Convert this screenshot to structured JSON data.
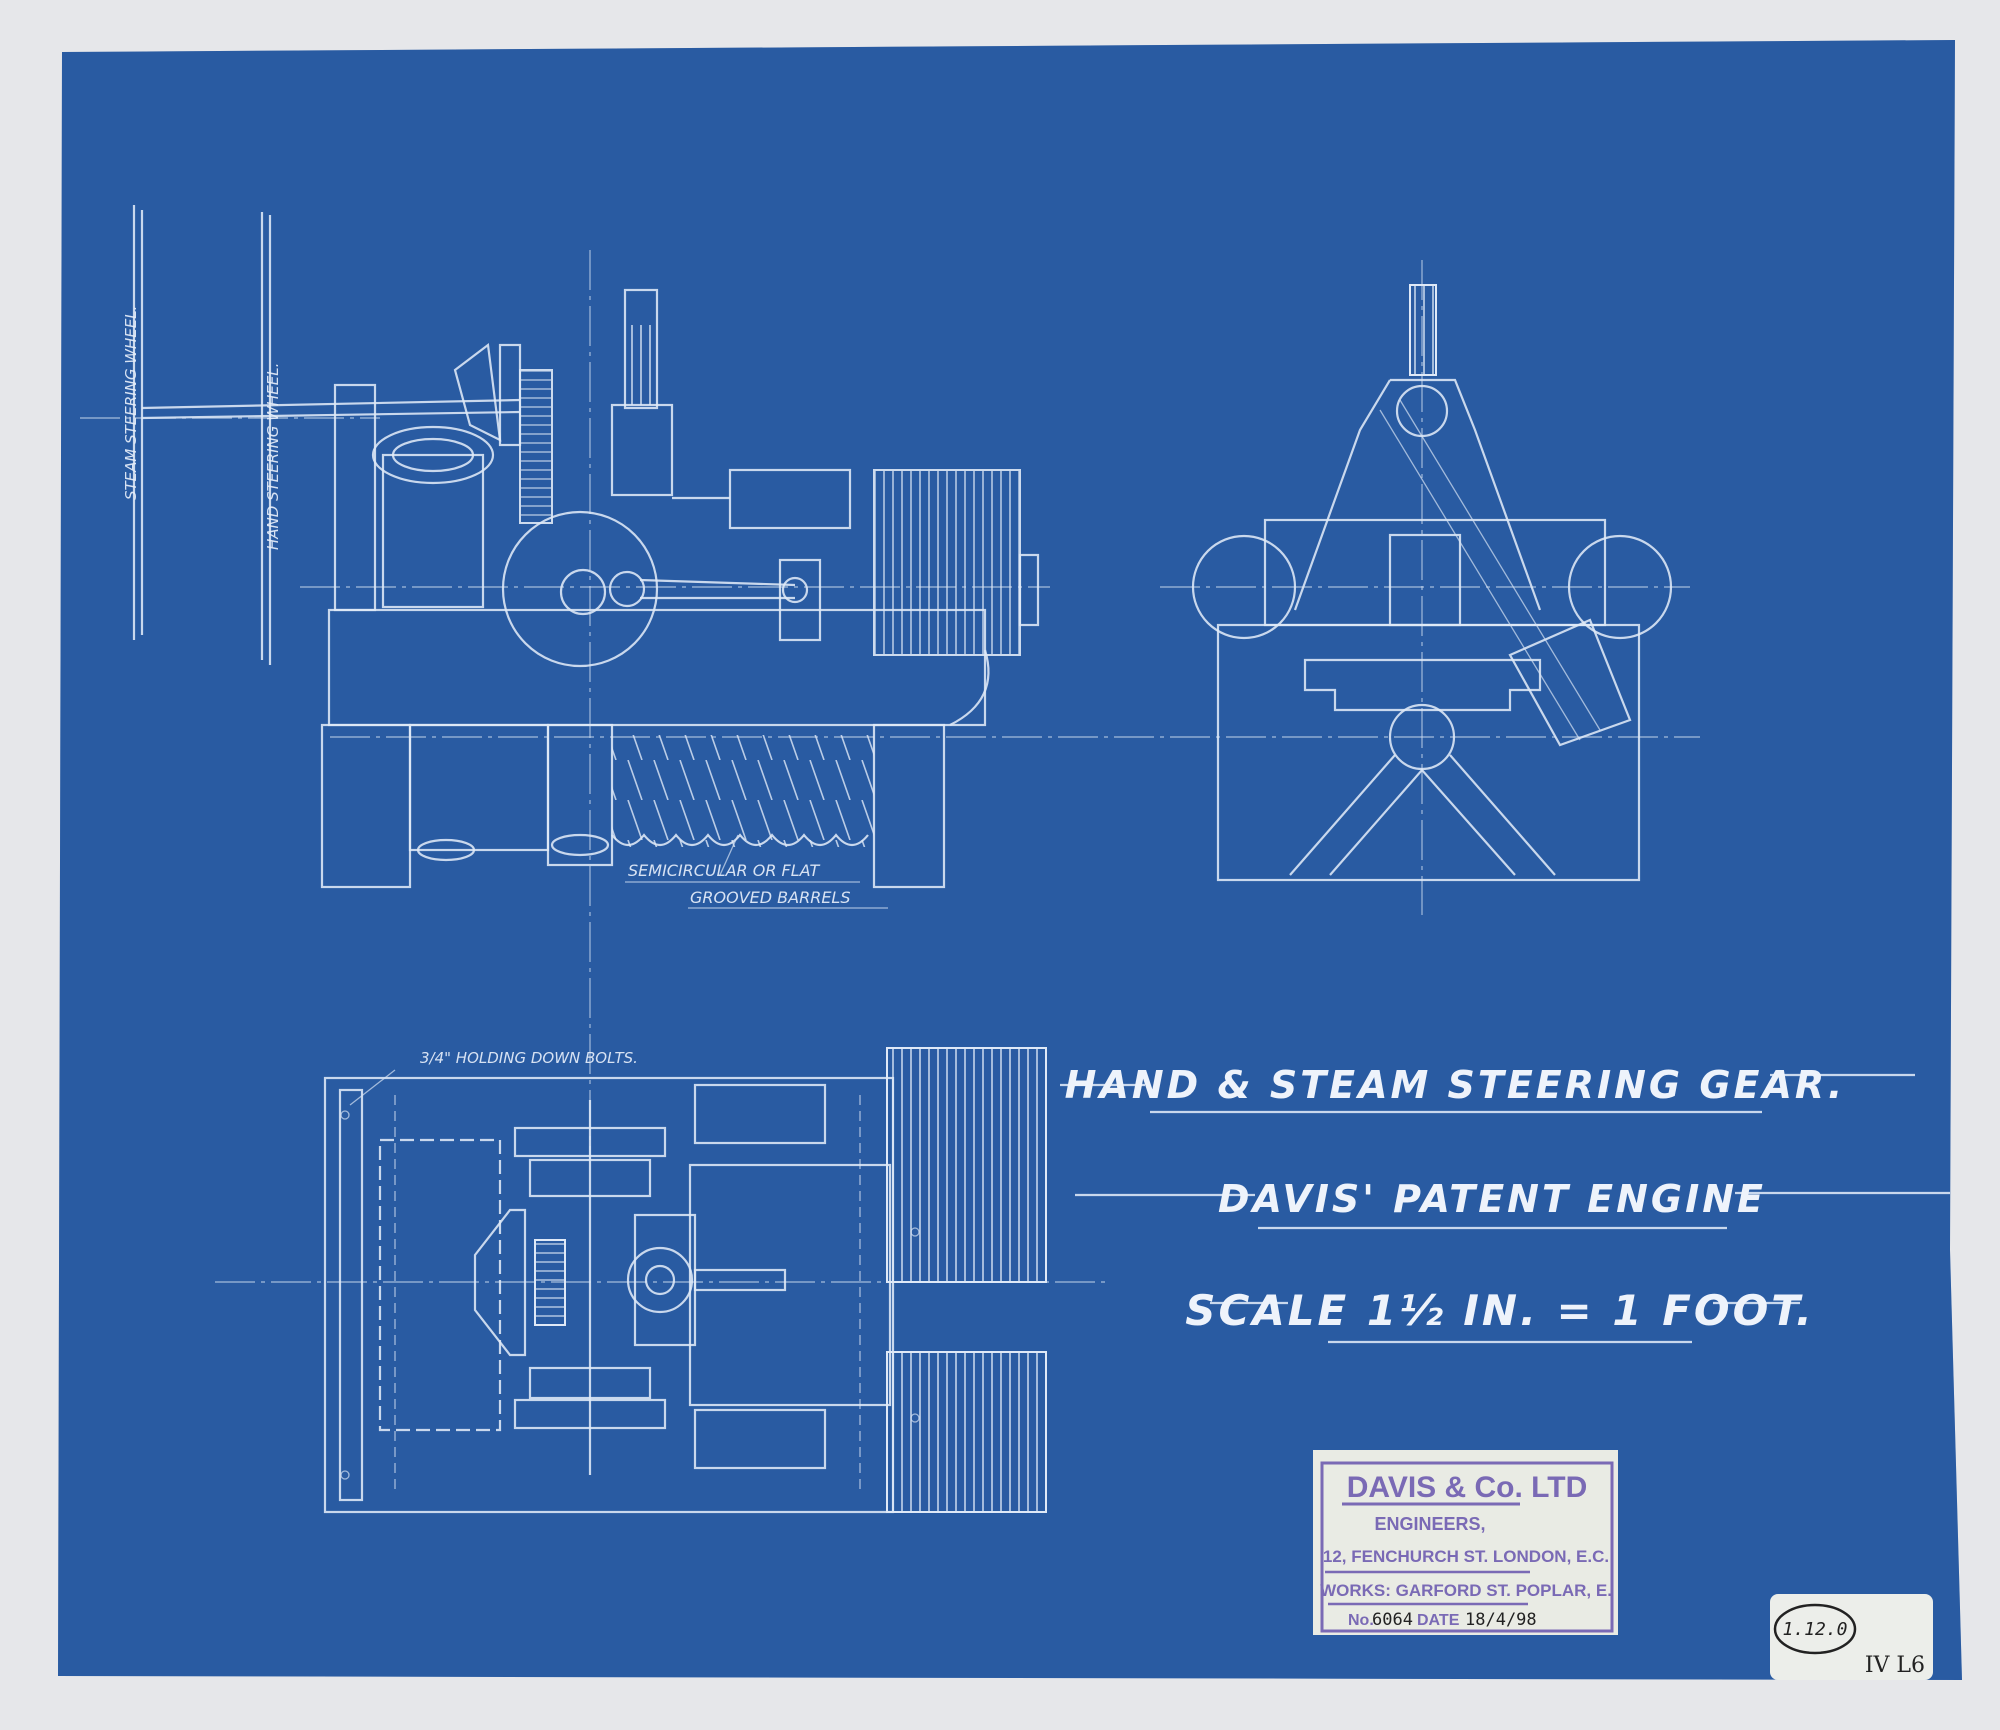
{
  "drawing": {
    "labels": {
      "steam_wheel": "STEAM STEERING WHEEL.",
      "hand_wheel": "HAND STEERING WHEEL.",
      "barrels_line1": "SEMICIRCULAR OR FLAT",
      "barrels_line2": "GROOVED BARRELS",
      "bolts": "3/4\" HOLDING DOWN BOLTS."
    },
    "title": {
      "line1": "HAND & STEAM STEERING GEAR.",
      "line2": "DAVIS' PATENT ENGINE",
      "scale": "SCALE 1½ IN. = 1 FOOT."
    }
  },
  "stamp": {
    "company": "DAVIS & Co. LTD",
    "role": "ENGINEERS,",
    "address": "12, FENCHURCH ST. LONDON, E.C.",
    "works": "WORKS: GARFORD ST. POPLAR, E.",
    "number_label": "No.",
    "number": "6064",
    "date_label": "DATE",
    "date": "18/4/98"
  },
  "archive_label": {
    "code": "1.12.0",
    "ref": "IV L6"
  },
  "colors": {
    "blueprint": "#2d5fa7",
    "line": "#dfe9f7",
    "stamp_ink": "#7a6ab5",
    "paper": "#e6e7ea"
  }
}
